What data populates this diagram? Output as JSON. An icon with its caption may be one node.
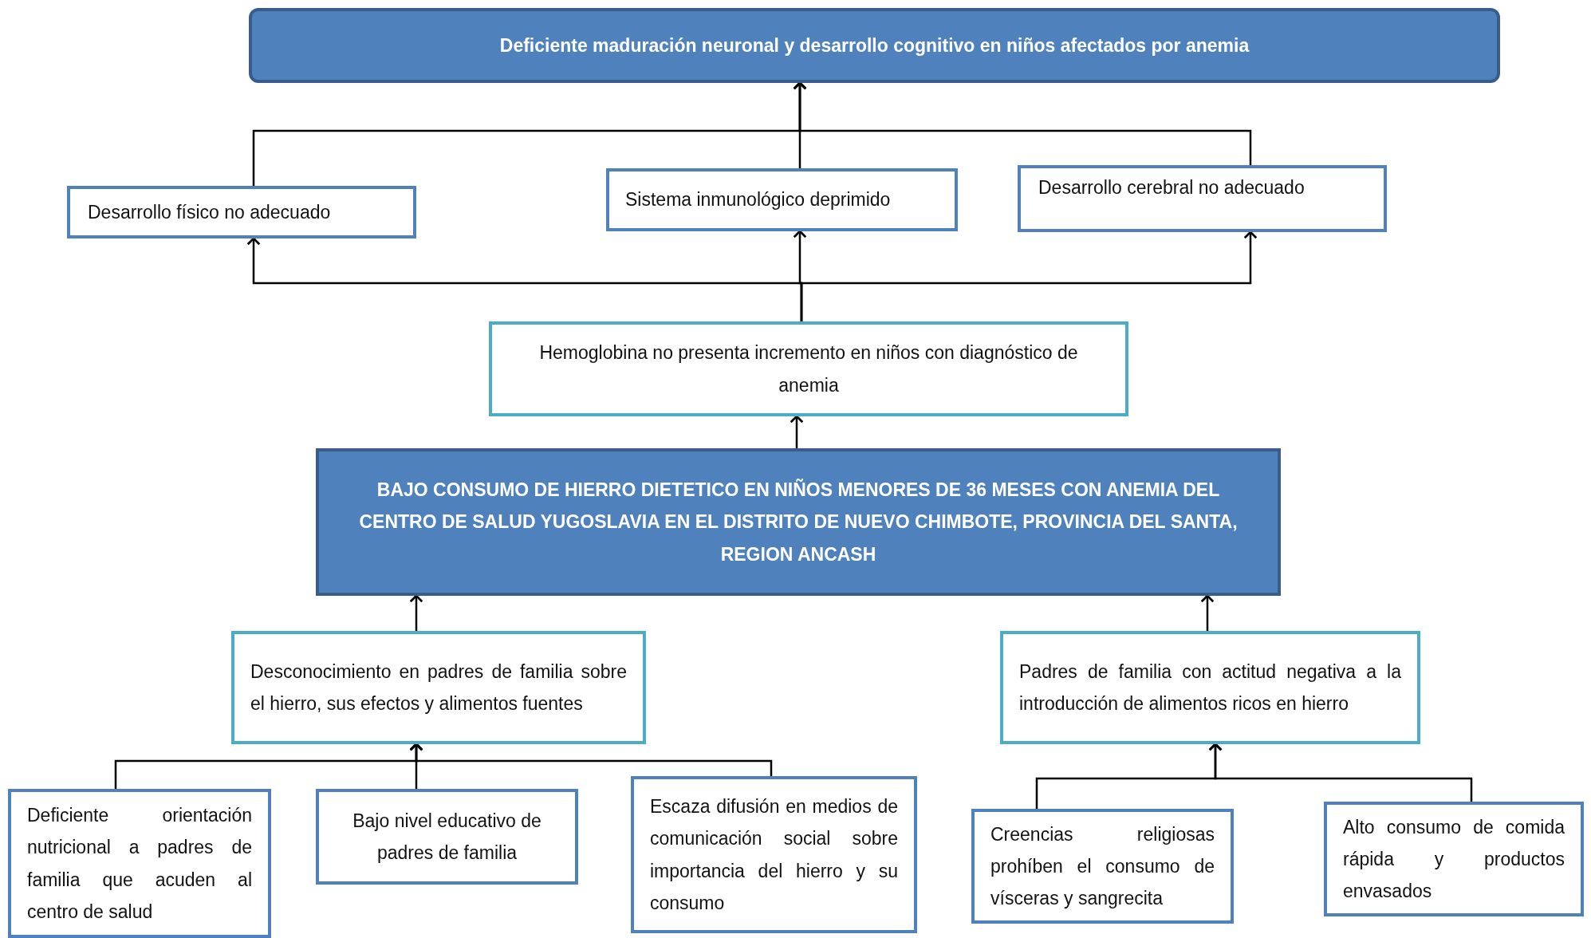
{
  "diagram": {
    "nodes": [
      {
        "text": [
          "Deficiente maduración neuronal y desarrollo cognitivo en niños afectados por anemia"
        ]
      },
      {
        "text": [
          "Desarrollo físico no adecuado"
        ]
      },
      {
        "text": [
          "Sistema inmunológico deprimido"
        ]
      },
      {
        "text": [
          "Desarrollo cerebral no adecuado"
        ]
      },
      {
        "text": [
          "Hemoglobina no presenta incremento en niños con diagnóstico de anemia"
        ]
      },
      {
        "text": [
          "BAJO CONSUMO DE HIERRO DIETETICO EN NIÑOS MENORES DE 36 MESES CON ANEMIA DEL CENTRO DE SALUD YUGOSLAVIA EN EL DISTRITO DE NUEVO CHIMBOTE, PROVINCIA DEL SANTA, REGION ANCASH"
        ]
      },
      {
        "text": [
          "Desconocimiento en padres de familia sobre el hierro, sus efectos y alimentos fuentes"
        ]
      },
      {
        "text": [
          "Padres de familia con actitud negativa a la introducción de alimentos ricos en hierro"
        ]
      },
      {
        "text": [
          "Deficiente orientación nutricional a padres de familia que acuden al centro de salud"
        ]
      },
      {
        "text": [
          "Bajo nivel educativo de padres de familia"
        ]
      },
      {
        "text": [
          "Escaza difusión en medios de comunicación social sobre importancia del hierro y su consumo"
        ]
      },
      {
        "text": [
          "Creencias religiosas prohíben el consumo de vísceras y sangrecita"
        ]
      },
      {
        "text": [
          "Alto consumo de comida rápida y productos envasados"
        ]
      }
    ],
    "edges": [
      {
        "from": 1,
        "to": 0,
        "arrow": "to"
      },
      {
        "from": 2,
        "to": 0,
        "arrow": "to"
      },
      {
        "from": 3,
        "to": 0,
        "arrow": "to"
      },
      {
        "from": 4,
        "to": 1,
        "arrow": "to"
      },
      {
        "from": 4,
        "to": 2,
        "arrow": "to"
      },
      {
        "from": 4,
        "to": 3,
        "arrow": "to"
      },
      {
        "from": 5,
        "to": 4,
        "arrow": "to"
      },
      {
        "from": 6,
        "to": 5,
        "arrow": "to"
      },
      {
        "from": 7,
        "to": 5,
        "arrow": "to"
      },
      {
        "from": 8,
        "to": 6,
        "arrow": "to"
      },
      {
        "from": 9,
        "to": 6,
        "arrow": "to"
      },
      {
        "from": 10,
        "to": 6,
        "arrow": "to"
      },
      {
        "from": 11,
        "to": 7,
        "arrow": "to"
      },
      {
        "from": 12,
        "to": 7,
        "arrow": "to"
      }
    ]
  }
}
